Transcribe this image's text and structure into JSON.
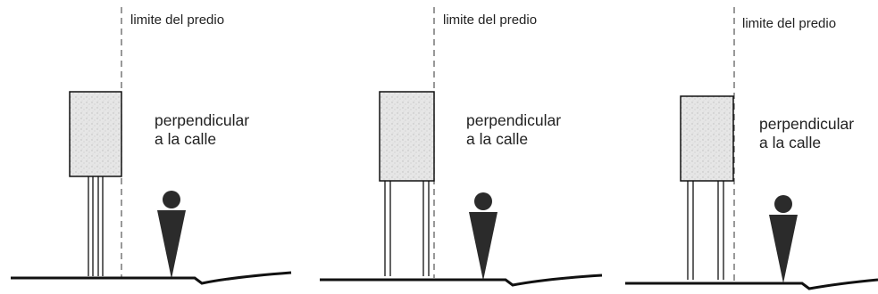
{
  "panels": [
    {
      "limit_label": "limite del predio",
      "caption_line1": "perpendicular",
      "caption_line2": "a la calle"
    },
    {
      "limit_label": "limite del predio",
      "caption_line1": "perpendicular",
      "caption_line2": "a la calle"
    },
    {
      "limit_label": "limite del predio",
      "caption_line1": "perpendicular",
      "caption_line2": "a la calle"
    }
  ],
  "colors": {
    "ink": "#111111",
    "sign_fill": "#e4e4e4",
    "dashed_line": "#555555",
    "pedestrian": "#2b2b2b"
  }
}
